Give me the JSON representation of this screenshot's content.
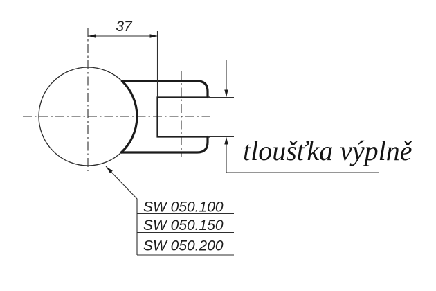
{
  "drawing": {
    "dimensions": {
      "width_label": "37",
      "infill_thickness_label": "tloušťka výplně"
    },
    "part_numbers": [
      "SW 050.100",
      "SW 050.150",
      "SW 050.200"
    ],
    "colors": {
      "line": "#1b1b1b",
      "thin_line": "#2e2e2e",
      "background": "#ffffff"
    }
  }
}
